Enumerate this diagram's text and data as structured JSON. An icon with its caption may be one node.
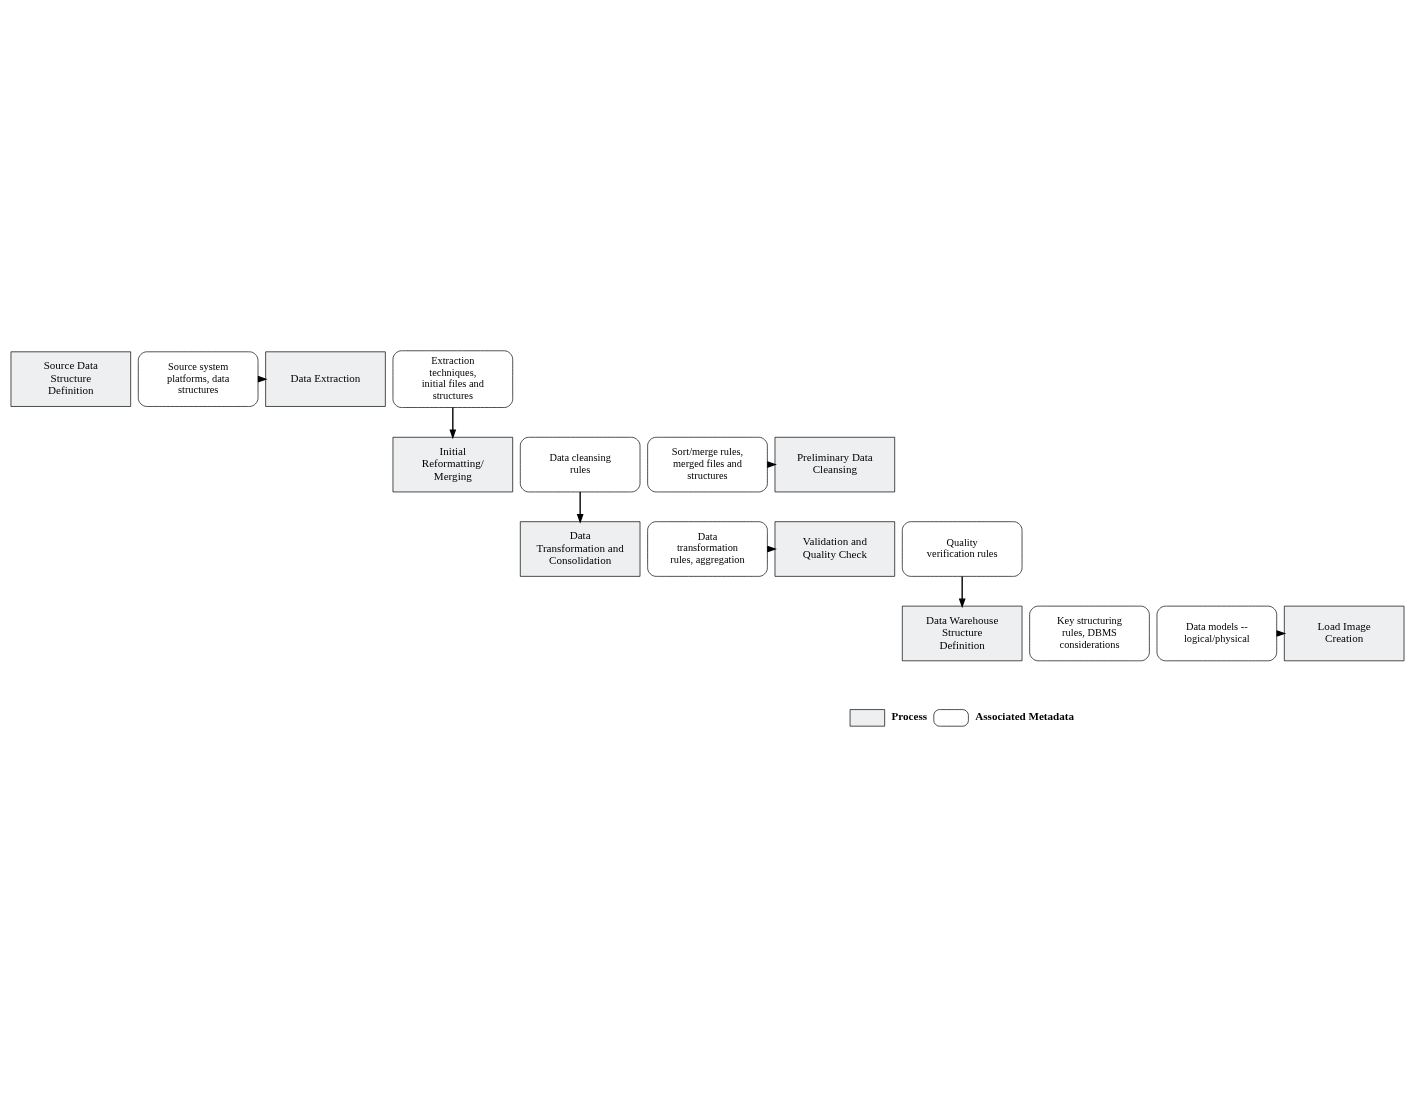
{
  "diagram": {
    "nodes": [
      {
        "text": [
          "Source Data Structure Definition"
        ]
      },
      {
        "text": [
          "Source system platforms, data structures"
        ]
      },
      {
        "text": [
          "Data Extraction"
        ]
      },
      {
        "text": [
          "Extraction techniques, initial files and structures"
        ]
      },
      {
        "text": [
          "Data cleansing rules"
        ]
      },
      {
        "text": [
          "Preliminary Data Cleansing"
        ]
      },
      {
        "text": [
          "Sort/merge rules, merged files and structures"
        ]
      },
      {
        "text": [
          "Initial Reformatting/ Merging"
        ]
      },
      {
        "text": [
          "Data Transformation and Consolidation"
        ]
      },
      {
        "text": [
          "Data transformation rules, aggregation"
        ]
      },
      {
        "text": [
          "Validation and Quality Check"
        ]
      },
      {
        "text": [
          "Quality verification rules"
        ]
      },
      {
        "text": [
          "Key structuring rules, DBMS considerations"
        ]
      },
      {
        "text": [
          "Load Image Creation"
        ]
      },
      {
        "text": [
          "Data models -- logical/physical"
        ]
      },
      {
        "text": [
          "Data Warehouse Structure Definition"
        ]
      }
    ],
    "edges": [
      {
        "from": 1,
        "to": 2,
        "arrow": "to"
      },
      {
        "from": 3,
        "to": 7,
        "arrow": "to"
      },
      {
        "from": 6,
        "to": 5,
        "arrow": "to"
      },
      {
        "from": 4,
        "to": 8,
        "arrow": "to"
      },
      {
        "from": 9,
        "to": 10,
        "arrow": "to"
      },
      {
        "from": 11,
        "to": 15,
        "arrow": "to"
      },
      {
        "from": 14,
        "to": 13,
        "arrow": "to"
      }
    ],
    "legend": [
      {
        "text": "Process",
        "color": "#eeeff1"
      },
      {
        "text": "Associated Metadata"
      }
    ]
  }
}
